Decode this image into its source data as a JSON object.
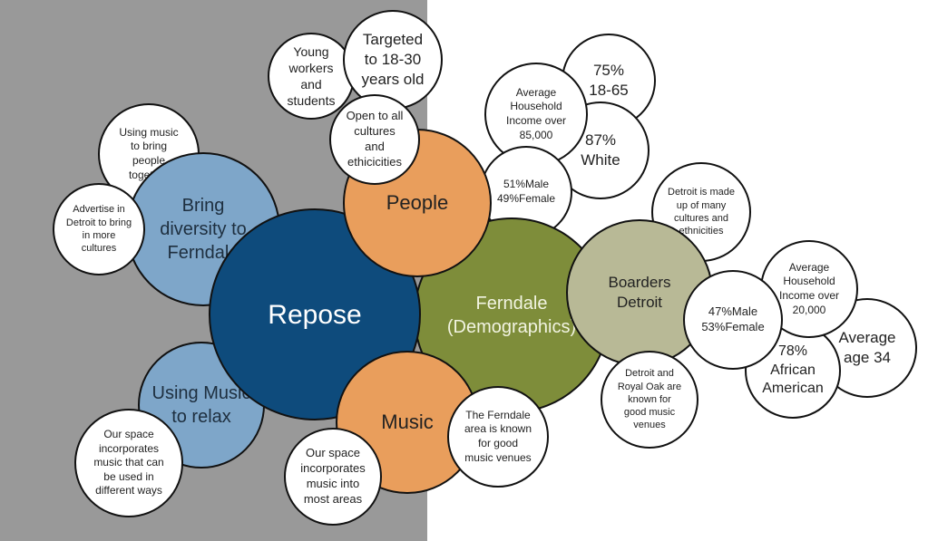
{
  "nodes": [
    {
      "id": "bubble-75-percent-18-65",
      "text": "75%\n18-65",
      "color": "#ffffff"
    },
    {
      "id": "bubble-87-percent-white",
      "text": "87%\nWhite",
      "color": "#ffffff"
    },
    {
      "id": "bubble-average-household-income-85000",
      "text": "Average\nHousehold\nIncome over\n85,000",
      "color": "#ffffff"
    },
    {
      "id": "bubble-51-male-49-female",
      "text": "51%Male\n49%Female",
      "color": "#ffffff"
    },
    {
      "id": "bubble-young-workers-students",
      "text": "Young\nworkers\nand\nstudents",
      "color": "#ffffff"
    },
    {
      "id": "bubble-targeted-18-30",
      "text": "Targeted\nto 18-30\nyears old",
      "color": "#ffffff"
    },
    {
      "id": "bubble-using-music-to-bring-people",
      "text": "Using music\nto bring\npeople\ntogether",
      "color": "#ffffff"
    },
    {
      "id": "bubble-bring-diversity",
      "text": "Bring\ndiversity to\nFerndale",
      "color": "#7ea6c9"
    },
    {
      "id": "bubble-advertise-in-detroit",
      "text": "Advertise in\nDetroit to bring\nin more\ncultures",
      "color": "#ffffff"
    },
    {
      "id": "bubble-using-music-to-relax",
      "text": "Using Music\nto relax",
      "color": "#7ea6c9"
    },
    {
      "id": "bubble-ferndale-demographics",
      "text": "Ferndale\n(Demographics)",
      "color": "#7e8d3a"
    },
    {
      "id": "bubble-repose",
      "text": "Repose",
      "color": "#0e4b7c"
    },
    {
      "id": "bubble-people",
      "text": "People",
      "color": "#e99e5c"
    },
    {
      "id": "bubble-open-to-all-cultures",
      "text": "Open to all\ncultures\nand\nethicicities",
      "color": "#ffffff"
    },
    {
      "id": "bubble-music",
      "text": "Music",
      "color": "#e99e5c"
    },
    {
      "id": "bubble-our-space-music-used-different-ways",
      "text": "Our space\nincorporates\nmusic that can\nbe used in\ndifferent ways",
      "color": "#ffffff"
    },
    {
      "id": "bubble-our-space-music-most-areas",
      "text": "Our space\nincorporates\nmusic into\nmost areas",
      "color": "#ffffff"
    },
    {
      "id": "bubble-ferndale-known-for-music-venues",
      "text": "The Ferndale\narea is known\nfor good\nmusic venues",
      "color": "#ffffff"
    },
    {
      "id": "bubble-detroit-many-cultures",
      "text": "Detroit is made\nup of many\ncultures and\nethnicities",
      "color": "#ffffff"
    },
    {
      "id": "bubble-boarders-detroit",
      "text": "Boarders\nDetroit",
      "color": "#b8b996"
    },
    {
      "id": "bubble-average-age-34",
      "text": "Average\nage 34",
      "color": "#ffffff"
    },
    {
      "id": "bubble-78-percent-african-american",
      "text": "78%\nAfrican\nAmerican",
      "color": "#ffffff"
    },
    {
      "id": "bubble-average-household-income-20000",
      "text": "Average\nHousehold\nIncome over\n20,000",
      "color": "#ffffff"
    },
    {
      "id": "bubble-47-male-53-female",
      "text": "47%Male\n53%Female",
      "color": "#ffffff"
    },
    {
      "id": "bubble-detroit-royal-oak-music-venues",
      "text": "Detroit and\nRoyal Oak are\nknown for\ngood music\nvenues",
      "color": "#ffffff"
    }
  ]
}
